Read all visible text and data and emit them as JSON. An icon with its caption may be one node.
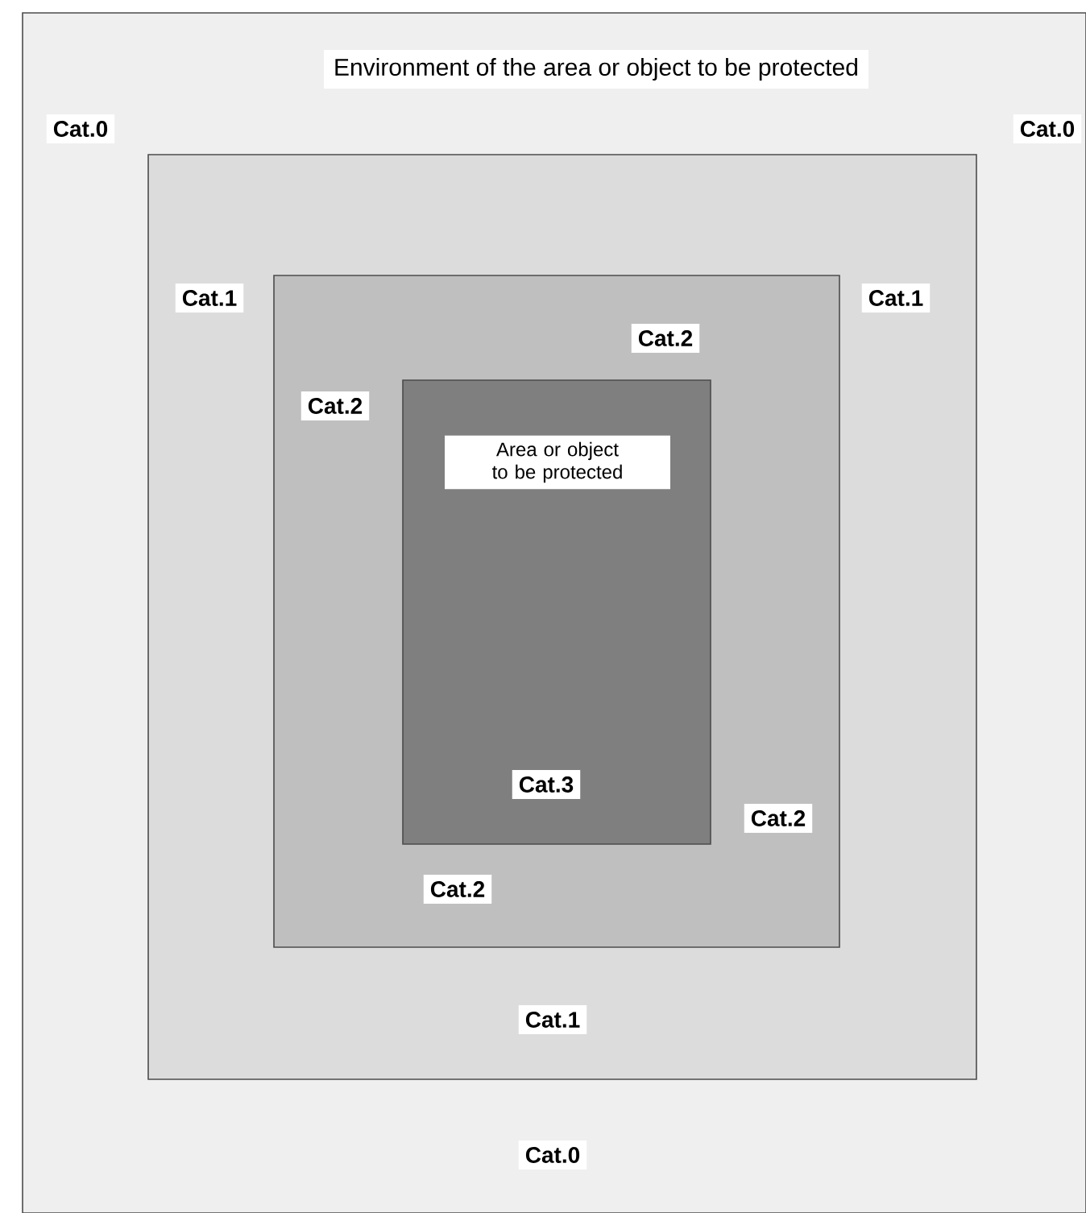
{
  "diagram": {
    "nodes": [
      {
        "text": [
          "Environment of the area or object to be protected",
          "Cat.0",
          "Cat.0",
          "Cat.0"
        ]
      },
      {
        "text": [
          "Cat.1",
          "Cat.1",
          "Cat.1"
        ],
        "in": 0
      },
      {
        "text": [
          "Cat.2",
          "Cat.2",
          "Cat.2",
          "Cat.2"
        ],
        "in": 1
      },
      {
        "text": [
          "Area or object to be protected",
          "Cat.3"
        ],
        "in": 2
      }
    ]
  }
}
